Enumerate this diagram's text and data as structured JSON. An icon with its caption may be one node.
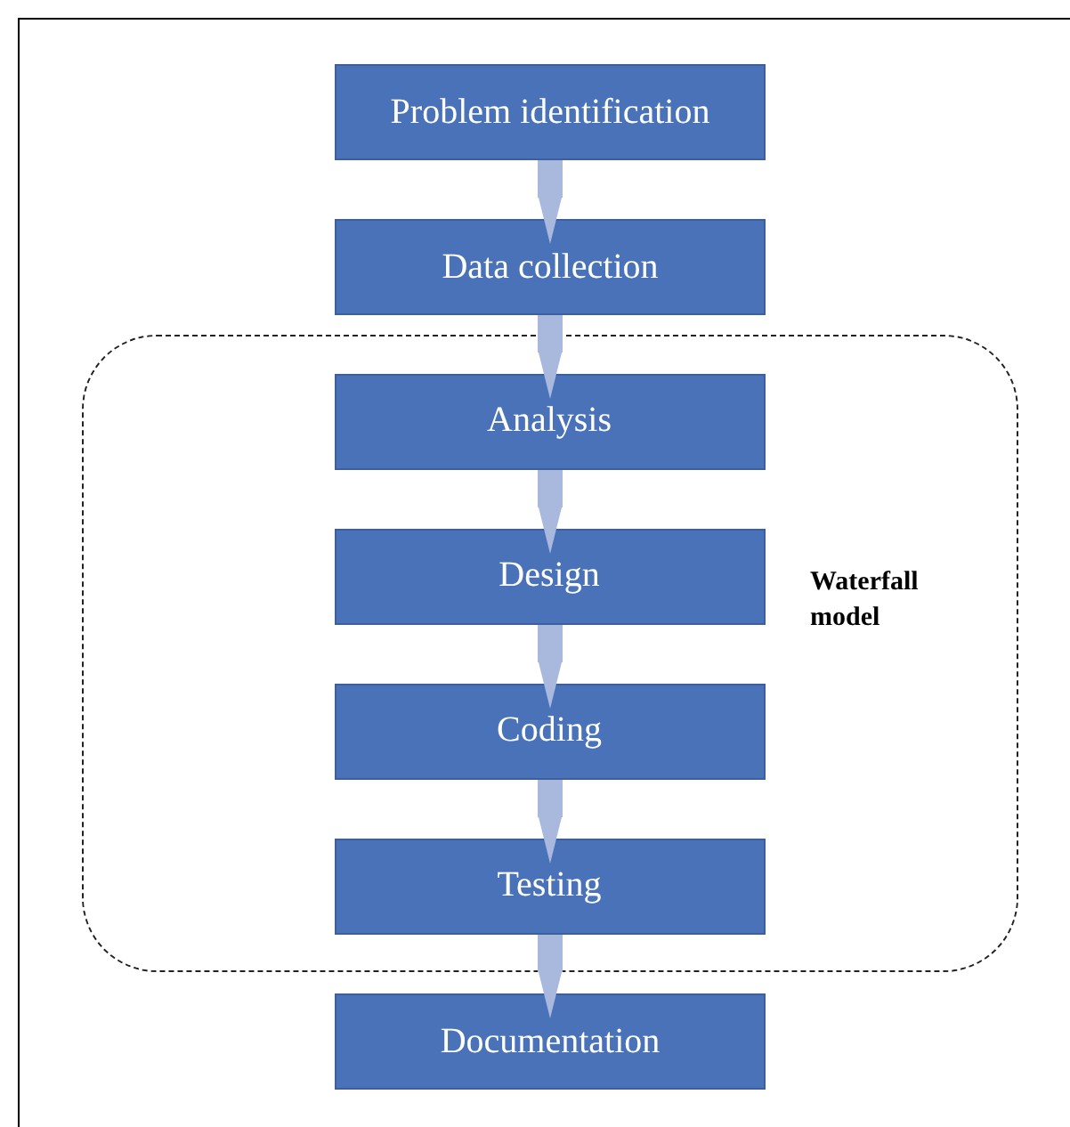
{
  "diagram": {
    "nodes": [
      {
        "text": [
          "Problem identification"
        ]
      },
      {
        "text": [
          "Data collection"
        ]
      },
      {
        "text": [
          "Waterfall model"
        ]
      },
      {
        "text": [
          "Analysis"
        ],
        "in": 2
      },
      {
        "text": [
          "Design"
        ],
        "in": 2
      },
      {
        "text": [
          "Coding"
        ],
        "in": 2
      },
      {
        "text": [
          "Testing"
        ],
        "in": 2
      },
      {
        "text": [
          "Documentation"
        ]
      }
    ],
    "edges": [
      {
        "from": 0,
        "to": 1,
        "arrow": "to"
      },
      {
        "from": 1,
        "to": 3,
        "arrow": "to"
      },
      {
        "from": 3,
        "to": 4,
        "arrow": "to"
      },
      {
        "from": 4,
        "to": 5,
        "arrow": "to"
      },
      {
        "from": 5,
        "to": 6,
        "arrow": "to"
      },
      {
        "from": 6,
        "to": 7,
        "arrow": "to"
      }
    ]
  }
}
